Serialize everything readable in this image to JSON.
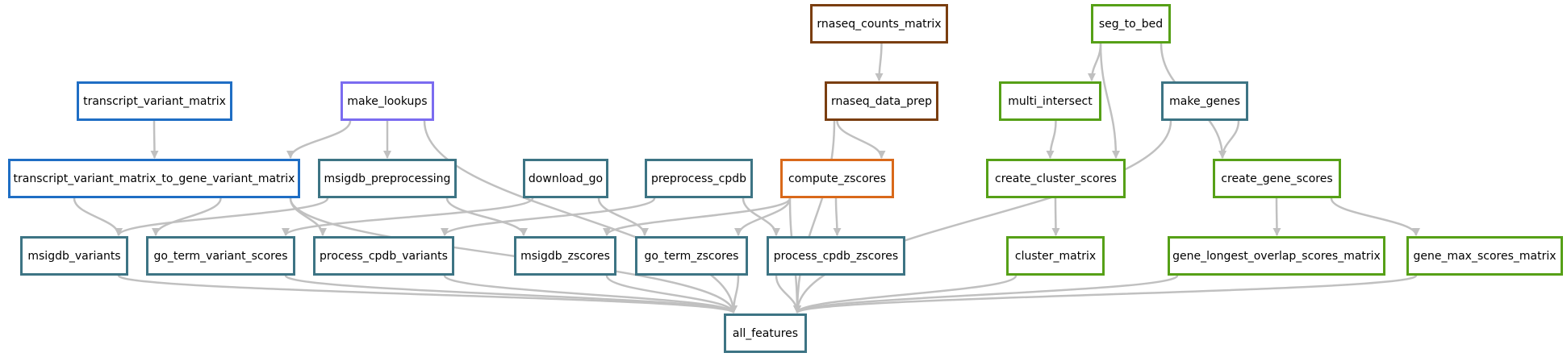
{
  "colors": {
    "edge": "#c0c0c0",
    "teal": "#3d7484",
    "blue": "#1f6ec4",
    "purple": "#7b6cf0",
    "brown": "#7a3e10",
    "orange": "#d9691a",
    "green": "#56a017"
  },
  "nodes": {
    "rnaseq_counts_matrix": {
      "label": "rnaseq_counts_matrix",
      "color": "brown"
    },
    "seg_to_bed": {
      "label": "seg_to_bed",
      "color": "green"
    },
    "transcript_variant_matrix": {
      "label": "transcript_variant_matrix",
      "color": "blue"
    },
    "make_lookups": {
      "label": "make_lookups",
      "color": "purple"
    },
    "rnaseq_data_prep": {
      "label": "rnaseq_data_prep",
      "color": "brown"
    },
    "multi_intersect": {
      "label": "multi_intersect",
      "color": "green"
    },
    "make_genes": {
      "label": "make_genes",
      "color": "teal"
    },
    "transcript_variant_matrix_to_gene_variant_matrix": {
      "label": "transcript_variant_matrix_to_gene_variant_matrix",
      "color": "blue"
    },
    "msigdb_preprocessing": {
      "label": "msigdb_preprocessing",
      "color": "teal"
    },
    "download_go": {
      "label": "download_go",
      "color": "teal"
    },
    "preprocess_cpdb": {
      "label": "preprocess_cpdb",
      "color": "teal"
    },
    "compute_zscores": {
      "label": "compute_zscores",
      "color": "orange"
    },
    "create_cluster_scores": {
      "label": "create_cluster_scores",
      "color": "green"
    },
    "create_gene_scores": {
      "label": "create_gene_scores",
      "color": "green"
    },
    "msigdb_variants": {
      "label": "msigdb_variants",
      "color": "teal"
    },
    "go_term_variant_scores": {
      "label": "go_term_variant_scores",
      "color": "teal"
    },
    "process_cpdb_variants": {
      "label": "process_cpdb_variants",
      "color": "teal"
    },
    "msigdb_zscores": {
      "label": "msigdb_zscores",
      "color": "teal"
    },
    "go_term_zscores": {
      "label": "go_term_zscores",
      "color": "teal"
    },
    "process_cpdb_zscores": {
      "label": "process_cpdb_zscores",
      "color": "teal"
    },
    "cluster_matrix": {
      "label": "cluster_matrix",
      "color": "green"
    },
    "gene_longest_overlap_scores_matrix": {
      "label": "gene_longest_overlap_scores_matrix",
      "color": "green"
    },
    "gene_max_scores_matrix": {
      "label": "gene_max_scores_matrix",
      "color": "green"
    },
    "all_features": {
      "label": "all_features",
      "color": "teal"
    }
  },
  "edges": [
    [
      "rnaseq_counts_matrix",
      "rnaseq_data_prep"
    ],
    [
      "seg_to_bed",
      "multi_intersect"
    ],
    [
      "seg_to_bed",
      "create_cluster_scores"
    ],
    [
      "seg_to_bed",
      "create_gene_scores"
    ],
    [
      "transcript_variant_matrix",
      "transcript_variant_matrix_to_gene_variant_matrix"
    ],
    [
      "make_lookups",
      "transcript_variant_matrix_to_gene_variant_matrix"
    ],
    [
      "make_lookups",
      "msigdb_preprocessing"
    ],
    [
      "make_lookups",
      "all_features"
    ],
    [
      "rnaseq_data_prep",
      "compute_zscores"
    ],
    [
      "rnaseq_data_prep",
      "all_features"
    ],
    [
      "multi_intersect",
      "create_cluster_scores"
    ],
    [
      "make_genes",
      "create_gene_scores"
    ],
    [
      "make_genes",
      "all_features"
    ],
    [
      "transcript_variant_matrix_to_gene_variant_matrix",
      "msigdb_variants"
    ],
    [
      "transcript_variant_matrix_to_gene_variant_matrix",
      "go_term_variant_scores"
    ],
    [
      "transcript_variant_matrix_to_gene_variant_matrix",
      "process_cpdb_variants"
    ],
    [
      "transcript_variant_matrix_to_gene_variant_matrix",
      "all_features"
    ],
    [
      "msigdb_preprocessing",
      "msigdb_variants"
    ],
    [
      "msigdb_preprocessing",
      "msigdb_zscores"
    ],
    [
      "download_go",
      "go_term_variant_scores"
    ],
    [
      "download_go",
      "go_term_zscores"
    ],
    [
      "preprocess_cpdb",
      "process_cpdb_variants"
    ],
    [
      "preprocess_cpdb",
      "process_cpdb_zscores"
    ],
    [
      "compute_zscores",
      "msigdb_zscores"
    ],
    [
      "compute_zscores",
      "go_term_zscores"
    ],
    [
      "compute_zscores",
      "process_cpdb_zscores"
    ],
    [
      "compute_zscores",
      "all_features"
    ],
    [
      "create_cluster_scores",
      "cluster_matrix"
    ],
    [
      "create_gene_scores",
      "gene_longest_overlap_scores_matrix"
    ],
    [
      "create_gene_scores",
      "gene_max_scores_matrix"
    ],
    [
      "msigdb_variants",
      "all_features"
    ],
    [
      "go_term_variant_scores",
      "all_features"
    ],
    [
      "process_cpdb_variants",
      "all_features"
    ],
    [
      "msigdb_zscores",
      "all_features"
    ],
    [
      "go_term_zscores",
      "all_features"
    ],
    [
      "process_cpdb_zscores",
      "all_features"
    ],
    [
      "cluster_matrix",
      "all_features"
    ],
    [
      "gene_longest_overlap_scores_matrix",
      "all_features"
    ],
    [
      "gene_max_scores_matrix",
      "all_features"
    ]
  ]
}
